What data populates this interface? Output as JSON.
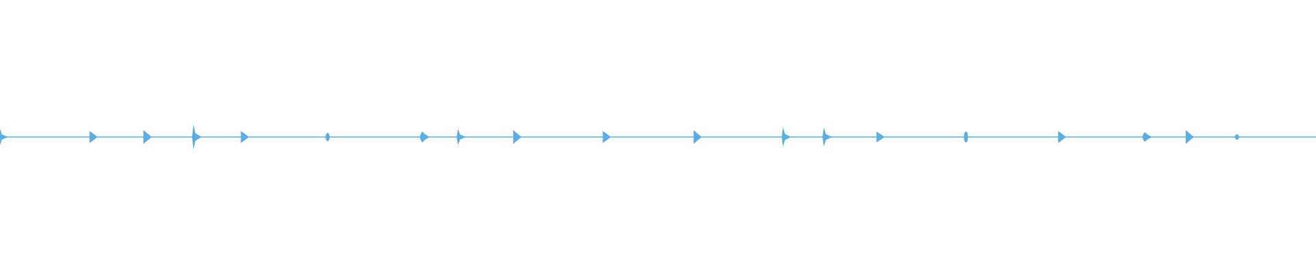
{
  "waveform": {
    "color": "#5dade2",
    "background": "#ffffff",
    "duration_fraction_peaks": [
      {
        "t": 0.0,
        "amp": 0.06,
        "shape": "spike"
      },
      {
        "t": 0.068,
        "amp": 0.045,
        "shape": "triangle"
      },
      {
        "t": 0.109,
        "amp": 0.05,
        "shape": "triangle"
      },
      {
        "t": 0.147,
        "amp": 0.09,
        "shape": "spike"
      },
      {
        "t": 0.183,
        "amp": 0.045,
        "shape": "triangle"
      },
      {
        "t": 0.249,
        "amp": 0.03,
        "shape": "dot"
      },
      {
        "t": 0.321,
        "amp": 0.04,
        "shape": "cluster"
      },
      {
        "t": 0.348,
        "amp": 0.06,
        "shape": "spike"
      },
      {
        "t": 0.39,
        "amp": 0.05,
        "shape": "triangle"
      },
      {
        "t": 0.458,
        "amp": 0.045,
        "shape": "triangle"
      },
      {
        "t": 0.527,
        "amp": 0.05,
        "shape": "triangle"
      },
      {
        "t": 0.595,
        "amp": 0.07,
        "shape": "spike"
      },
      {
        "t": 0.626,
        "amp": 0.07,
        "shape": "spike"
      },
      {
        "t": 0.666,
        "amp": 0.04,
        "shape": "triangle"
      },
      {
        "t": 0.734,
        "amp": 0.04,
        "shape": "dot"
      },
      {
        "t": 0.804,
        "amp": 0.045,
        "shape": "triangle"
      },
      {
        "t": 0.87,
        "amp": 0.035,
        "shape": "cluster"
      },
      {
        "t": 0.901,
        "amp": 0.05,
        "shape": "triangle"
      },
      {
        "t": 0.94,
        "amp": 0.02,
        "shape": "dot"
      }
    ]
  }
}
